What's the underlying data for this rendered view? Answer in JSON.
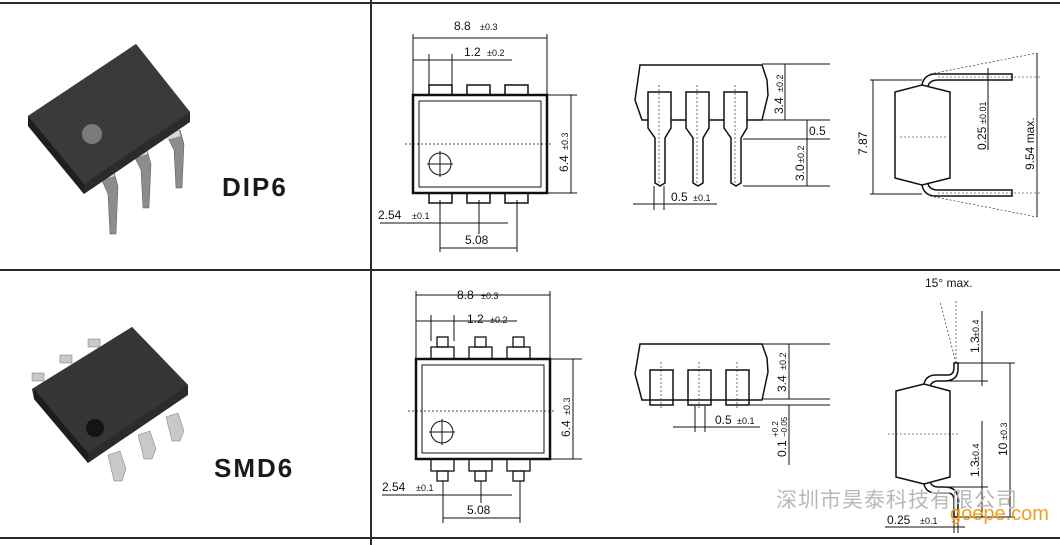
{
  "rows": [
    {
      "package": "DIP6",
      "top_view": {
        "width": "8.8",
        "width_tol": "±0.3",
        "pin_width": "1.2",
        "pin_width_tol": "±0.2",
        "height": "6.4",
        "height_tol": "±0.3",
        "pitch": "2.54",
        "pitch_tol": "±0.1",
        "span": "5.08"
      },
      "side_view": {
        "body_height": "3.4",
        "body_height_tol": "±0.2",
        "standoff": "0.5",
        "lead_length": "3.0",
        "lead_length_tol": "±0.2",
        "lead_width": "0.5",
        "lead_width_tol": "±0.1"
      },
      "end_view": {
        "row_spacing": "7.87",
        "lead_thickness": "0.25",
        "lead_thickness_tol": "±0.01",
        "max_spread": "9.54 max."
      }
    },
    {
      "package": "SMD6",
      "top_view": {
        "width": "8.8",
        "width_tol": "±0.3",
        "pin_width": "1.2",
        "pin_width_tol": "±0.2",
        "height": "6.4",
        "height_tol": "±0.3",
        "pitch": "2.54",
        "pitch_tol": "±0.1",
        "span": "5.08"
      },
      "side_view": {
        "body_height": "3.4",
        "body_height_tol": "±0.2",
        "lead_width": "0.5",
        "lead_width_tol": "±0.1",
        "standoff": "0.1",
        "standoff_tol_plus": "+0.2",
        "standoff_tol_minus": "−0.05"
      },
      "end_view": {
        "angle": "15° max.",
        "foot_length_top": "1.3",
        "foot_length_top_tol": "±0.4",
        "foot_length_bottom": "1.3",
        "foot_length_bottom_tol": "±0.4",
        "overall": "10",
        "overall_tol": "±0.3",
        "lead_thickness": "0.25",
        "lead_thickness_tol": "±0.1"
      }
    }
  ],
  "watermark": {
    "company": "深圳市昊泰科技有限公司",
    "site": "goepe.com"
  }
}
